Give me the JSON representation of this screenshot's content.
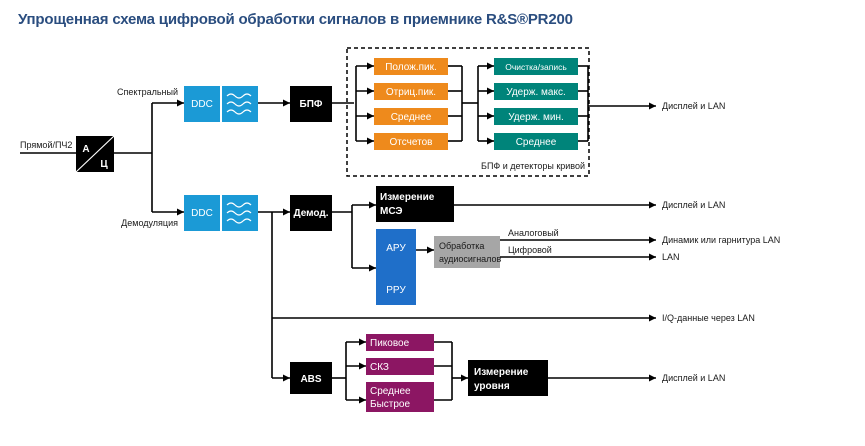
{
  "title": "Упрощенная схема цифровой обработки сигналов в приемнике R&S®PR200",
  "colors": {
    "title": "#2a4d7f",
    "black": "#000000",
    "ddc_blue": "#1b9ad6",
    "orange": "#ee8a1c",
    "teal": "#00847a",
    "arn_blue": "#1f6fc9",
    "purple": "#8c1663",
    "gray": "#a6a6a6"
  },
  "inputs": {
    "direct_if2": "Прямой/ПЧ2",
    "spectral": "Спектральный",
    "demodulation": "Демодуляция"
  },
  "adc": {
    "top": "А",
    "bottom": "Ц"
  },
  "ddc": {
    "label": "DDC"
  },
  "bpf": {
    "label": "БПФ"
  },
  "detectors": {
    "group_label": "БПФ и детекторы кривой",
    "left": [
      "Полож.пик.",
      "Отриц.пик.",
      "Среднее",
      "Отсчетов"
    ],
    "right": [
      "Очистка/запись",
      "Удерж. макс.",
      "Удерж. мин.",
      "Среднее"
    ]
  },
  "demod": {
    "label": "Демод."
  },
  "mse": {
    "line1": "Измерение",
    "line2": "МСЭ"
  },
  "agc": {
    "top": "АРУ",
    "bottom": "РРУ"
  },
  "audio": {
    "line1": "Обработка",
    "line2": "аудиосигналов",
    "analog": "Аналоговый",
    "digital": "Цифровой"
  },
  "abs": {
    "label": "ABS"
  },
  "level_detectors": [
    "Пиковое",
    "СКЗ",
    "Среднее",
    "Быстрое"
  ],
  "level_meas": {
    "line1": "Измерение",
    "line2": "уровня"
  },
  "outputs": {
    "display_lan_1": "Дисплей и LAN",
    "display_lan_2": "Дисплей и LAN",
    "speaker": "Динамик или гарнитура LAN",
    "lan": "LAN",
    "iq": "I/Q-данные через LAN",
    "display_lan_3": "Дисплей и LAN"
  }
}
